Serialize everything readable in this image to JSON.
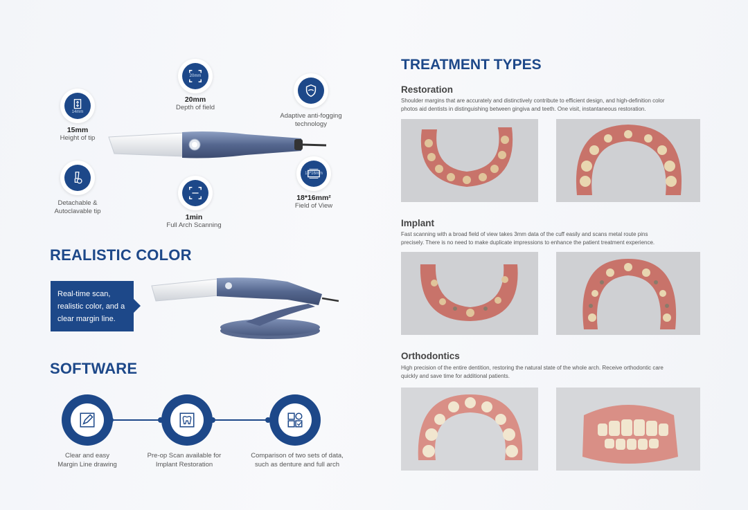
{
  "features": {
    "depth": {
      "icon_label": "20mm",
      "value": "20mm",
      "label": "Depth of field"
    },
    "antifog": {
      "label_line1": "Adaptive anti-fogging",
      "label_line2": "technology"
    },
    "tip_height": {
      "icon_label": "14mm",
      "value": "15mm",
      "label": "Height of tip"
    },
    "detachable": {
      "label_line1": "Detachable &",
      "label_line2": "Autoclavable tip"
    },
    "full_arch": {
      "value": "1min",
      "label": "Full Arch Scanning"
    },
    "fov": {
      "icon_label": "18*16mm",
      "value": "18*16mm²",
      "label": "Field of View"
    }
  },
  "realistic_color": {
    "title": "REALISTIC COLOR",
    "callout_line1": "Real-time scan,",
    "callout_line2": "realistic color, and a",
    "callout_line3": "clear margin line."
  },
  "software": {
    "title": "SOFTWARE",
    "items": [
      {
        "line1": "Clear and easy",
        "line2": "Margin Line drawing",
        "icon": "pencil-icon"
      },
      {
        "line1": "Pre-op Scan available for",
        "line2": "Implant Restoration",
        "icon": "tooth-frame-icon"
      },
      {
        "line1": "Comparison of two sets of data,",
        "line2": "such as denture and full arch",
        "icon": "compare-grid-icon"
      }
    ]
  },
  "treatment": {
    "title": "TREATMENT TYPES",
    "sections": [
      {
        "title": "Restoration",
        "desc1": "Shoulder margins that are accurately and distinctively contribute to efficient design, and high-definition color",
        "desc2": "photos aid dentists in distinguishing between gingiva and teeth. One visit, instantaneous restoration."
      },
      {
        "title": "Implant",
        "desc1": "Fast scanning with a broad field of view takes 3mm data of the cuff easily and scans metal route pins",
        "desc2": "precisely. There is no need to make duplicate impressions to enhance the patient treatment experience."
      },
      {
        "title": "Orthodontics",
        "desc1": "High precision of the entire dentition, restoring the natural state of the whole arch. Receive orthodontic care",
        "desc2": "quickly and save time for additional patients."
      }
    ]
  },
  "colors": {
    "brand_blue": "#1d4889",
    "gum": "#c8736a",
    "tooth": "#e8d6b0"
  }
}
